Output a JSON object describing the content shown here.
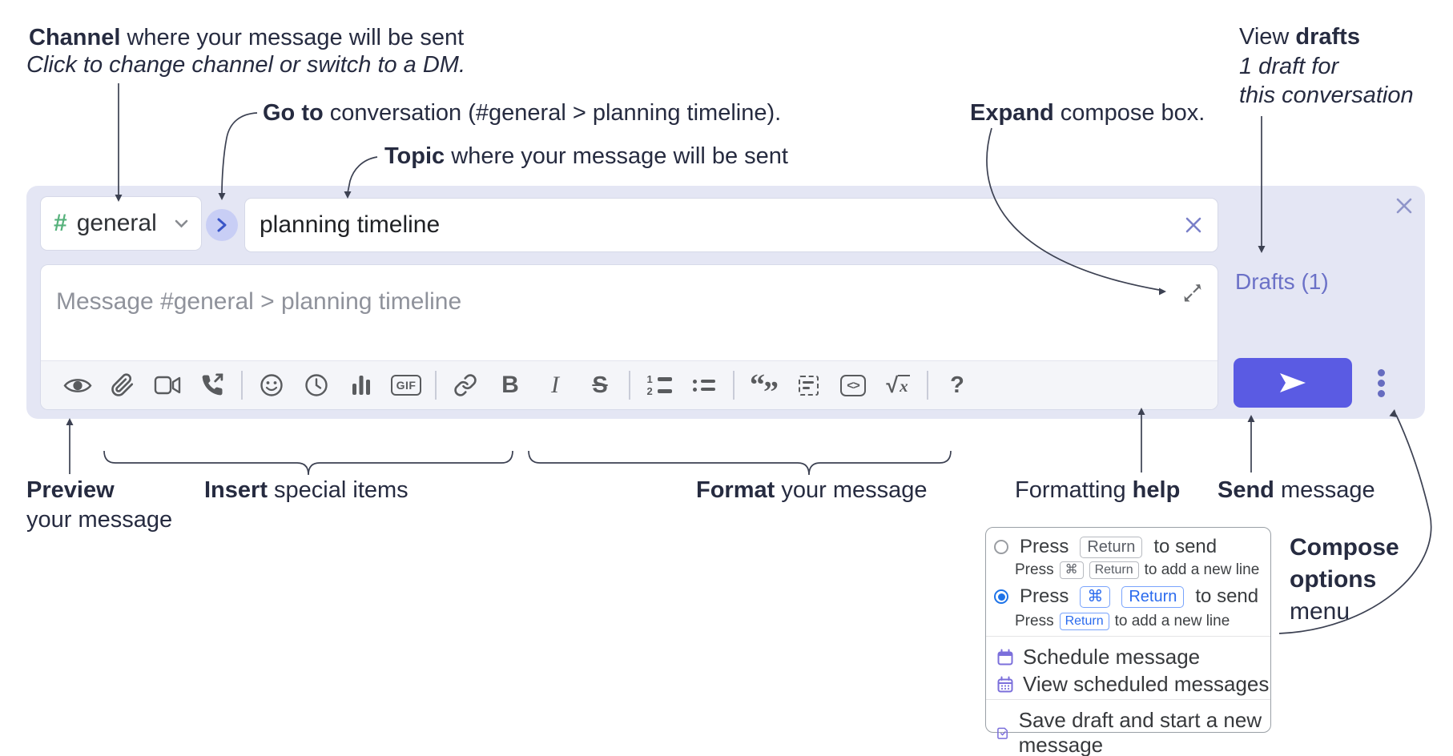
{
  "annotations": {
    "channel": {
      "bold": "Channel",
      "rest": " where your message will be sent",
      "sub": "Click to change channel or switch to a DM."
    },
    "goto": {
      "bold": "Go to",
      "rest": " conversation (#general > planning timeline)."
    },
    "topic": {
      "bold": "Topic",
      "rest": " where your message will be sent"
    },
    "expand": {
      "bold": "Expand",
      "rest": " compose box."
    },
    "view_drafts": {
      "pre": "View ",
      "bold": "drafts",
      "line2": "1 draft for",
      "line3": "this conversation"
    },
    "preview": {
      "bold": "Preview",
      "line2": "your message"
    },
    "insert": {
      "bold": "Insert",
      "rest": " special items"
    },
    "format": {
      "bold": "Format",
      "rest": " your message"
    },
    "help": {
      "pre": "Formatting ",
      "bold": "help"
    },
    "send": {
      "bold": "Send",
      "rest": " message"
    },
    "compose_options": {
      "line1": "Compose",
      "line2": "options",
      "line3": "menu"
    }
  },
  "compose": {
    "channel": {
      "hash": "#",
      "name": "general"
    },
    "topic": {
      "value": "planning timeline"
    },
    "message": {
      "placeholder": "Message #general > planning timeline"
    },
    "drafts_link": {
      "label": "Drafts (1)"
    },
    "toolbar": {
      "gif": "GIF",
      "bold": "B",
      "italic": "I",
      "strike": "S",
      "ol_1": "1",
      "ol_2": "2",
      "quote_open": "“",
      "quote_close": "”",
      "code": "<>",
      "sqrt": "√",
      "math_x": "x",
      "help": "?"
    }
  },
  "popup": {
    "option_return": {
      "press": "Press",
      "key_return": "Return",
      "to_send": "to send",
      "sub_press": "Press",
      "sub_key_cmd": "⌘",
      "sub_key_return": "Return",
      "sub_rest": "to add a new line"
    },
    "option_cmd_return": {
      "press": "Press",
      "key_cmd": "⌘",
      "key_return": "Return",
      "to_send": "to send",
      "sub_press": "Press",
      "sub_key_return": "Return",
      "sub_rest": "to add a new line"
    },
    "items": {
      "schedule": "Schedule message",
      "view_scheduled": "View scheduled messages",
      "save_draft": "Save draft and start a new message"
    }
  },
  "colors": {
    "compose_bg": "#e4e6f4",
    "send_button": "#5a5be3",
    "drafts_link": "#6b71c7",
    "channel_hash_green": "#57b27c",
    "goto_circle_bg": "#c8cef5",
    "goto_chevron": "#3a56c8",
    "toolbar_icon": "#595b5e",
    "keycap_blue": "#2b6bee",
    "radio_selected": "#1e73e8",
    "popup_icon_purple": "#7b6fdb",
    "annotation_text": "#262b40"
  }
}
